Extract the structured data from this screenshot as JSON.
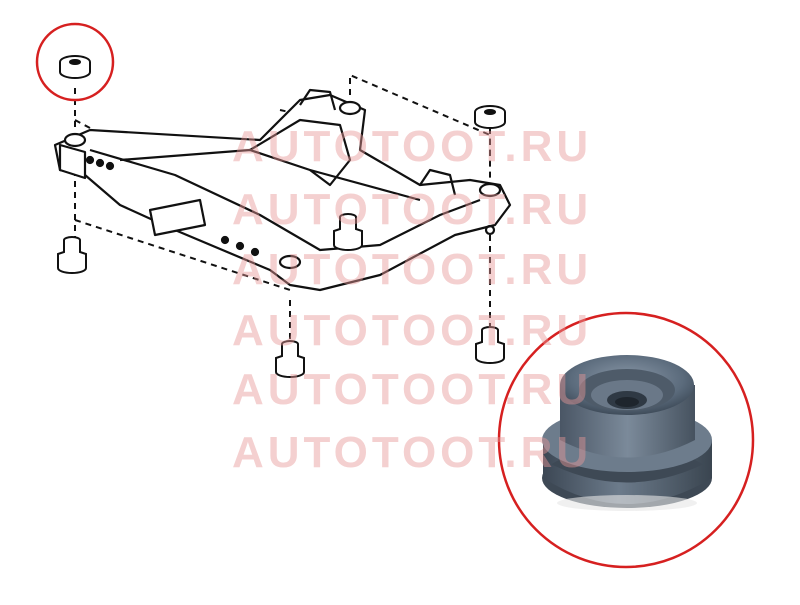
{
  "watermark": {
    "text": "AUTOTOOT.RU",
    "lines": [
      "AUTOTOOT.RU",
      "AUTOTOOT.RU",
      "AUTOTOOT.RU",
      "AUTOTOOT.RU",
      "AUTOTOOT.RU",
      "AUTOTOOT.RU"
    ],
    "color": "#e69696"
  },
  "diagram": {
    "subject": "front-subframe-with-mount-bushings",
    "highlight_color": "#d62020",
    "line_color": "#111111",
    "bushing_photo_color": "#5b6b7c"
  }
}
